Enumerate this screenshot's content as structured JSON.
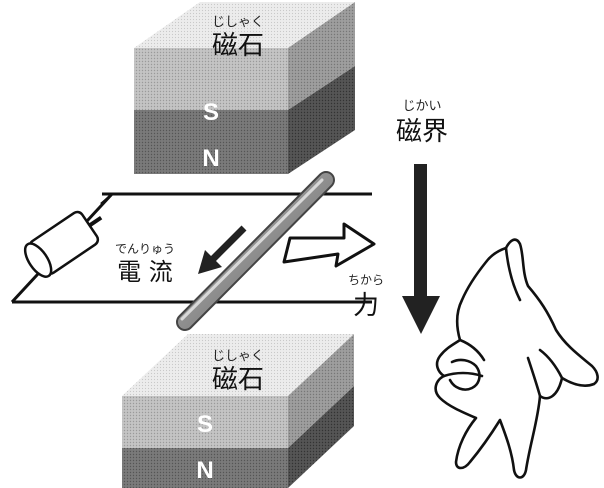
{
  "magnet_top": {
    "label": "磁石",
    "ruby": "じしゃく",
    "upper_pole": "S",
    "lower_pole": "N"
  },
  "magnet_bottom": {
    "label": "磁石",
    "ruby": "じしゃく",
    "upper_pole": "S",
    "lower_pole": "N"
  },
  "magnetic_field": {
    "label": "磁界",
    "ruby": "じかい"
  },
  "current": {
    "label": "電 流",
    "ruby": "でんりゅう"
  },
  "force": {
    "label": "力",
    "ruby": "ちから"
  },
  "colors": {
    "magnet_top_face": "#e4e4e4",
    "magnet_s_band": "#b8b8b8",
    "magnet_n_band": "#6e6e6e",
    "conductor": "#9a9a9a",
    "arrow_dark": "#222222",
    "line": "#111111"
  }
}
